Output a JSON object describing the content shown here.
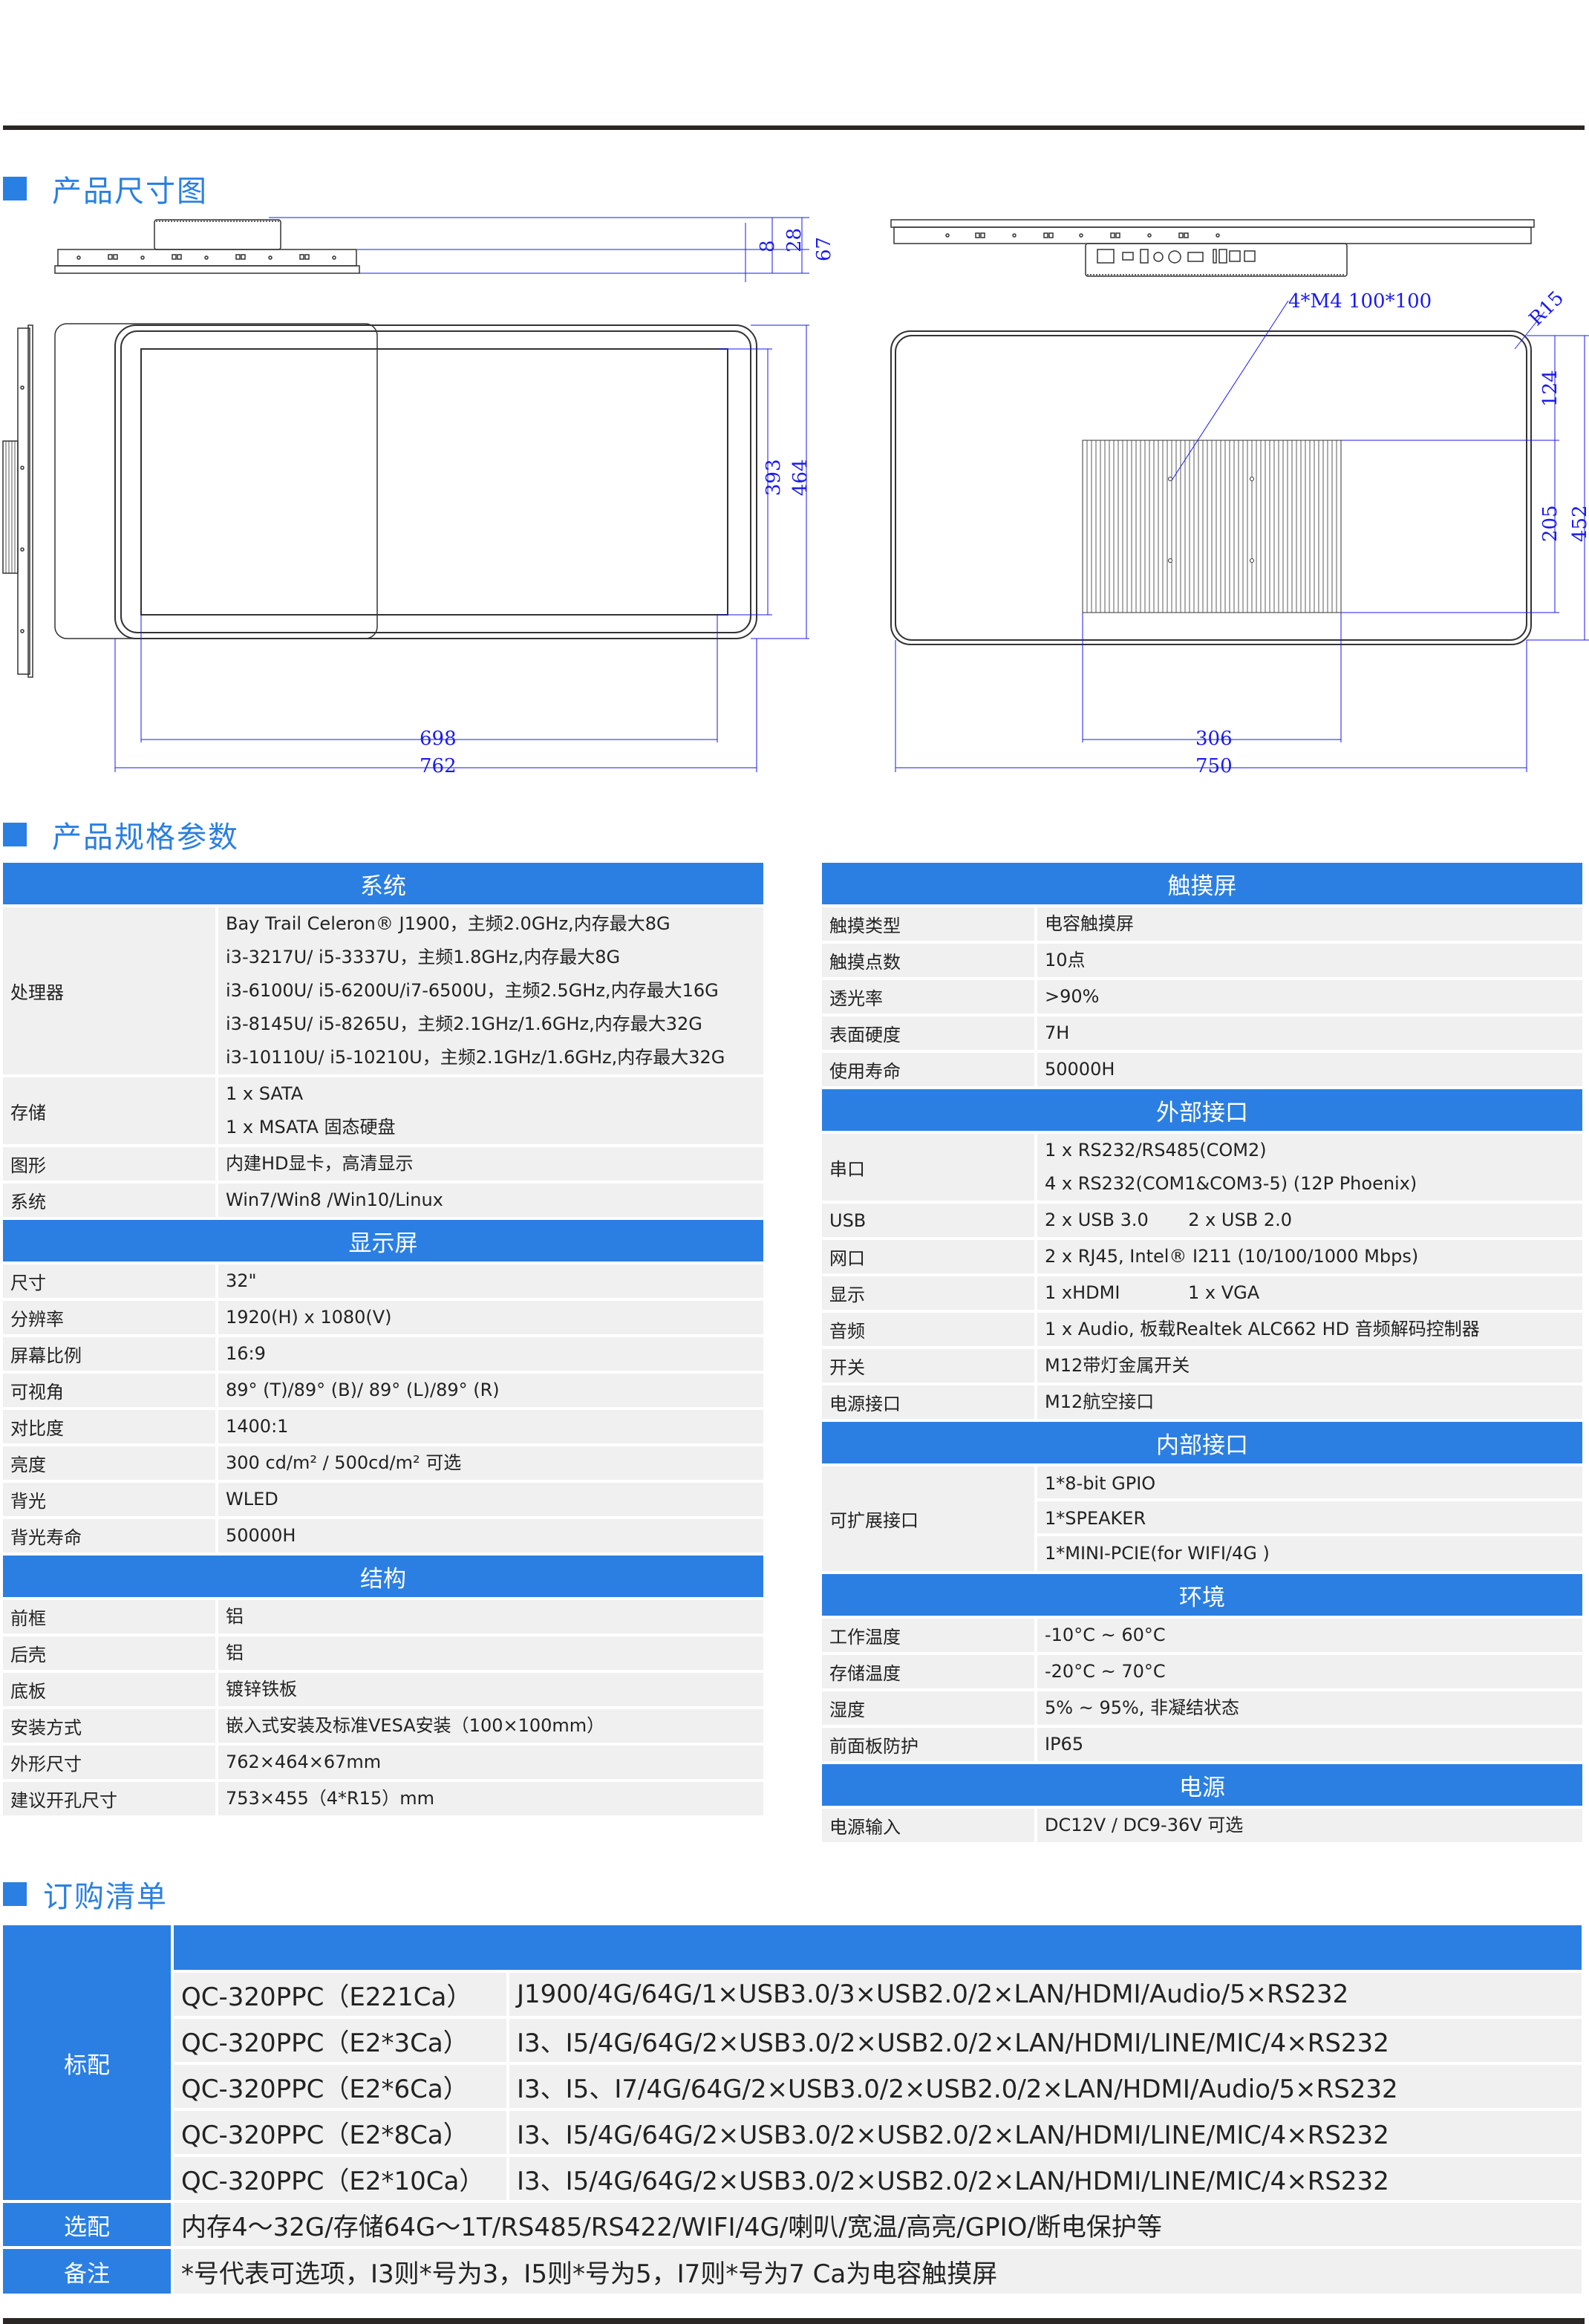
{
  "sections": {
    "dimensions_title": "产品尺寸图",
    "specs_title": "产品规格参数",
    "order_title": "订购清单"
  },
  "drawing": {
    "side_top_dims": [
      "8",
      "28",
      "67"
    ],
    "front_dims": {
      "inner_width": "698",
      "outer_width": "762",
      "inner_height": "393",
      "outer_height": "464"
    },
    "back_dims": {
      "box_width": "306",
      "outer_width": "750",
      "top_offset": "124",
      "box_height": "205",
      "outer_height": "452"
    },
    "vesa_note": "4*M4  100*100",
    "radius_note": "R15"
  },
  "spec_left": {
    "system": {
      "header": "系统",
      "rows": [
        {
          "label": "处理器",
          "values": [
            "Bay Trail Celeron® J1900，主频2.0GHz,内存最大8G",
            "i3-3217U/ i5-3337U，主频1.8GHz,内存最大8G",
            "i3-6100U/ i5-6200U/i7-6500U，主频2.5GHz,内存最大16G",
            "i3-8145U/ i5-8265U，主频2.1GHz/1.6GHz,内存最大32G",
            "i3-10110U/ i5-10210U，主频2.1GHz/1.6GHz,内存最大32G"
          ]
        },
        {
          "label": "存储",
          "values": [
            "1 x SATA",
            "1 x  MSATA 固态硬盘"
          ]
        },
        {
          "label": "图形",
          "values": [
            "内建HD显卡，高清显示"
          ]
        },
        {
          "label": "系统",
          "values": [
            "Win7/Win8 /Win10/Linux"
          ]
        }
      ]
    },
    "display": {
      "header": "显示屏",
      "rows": [
        {
          "label": "尺寸",
          "value": "32\""
        },
        {
          "label": "分辨率",
          "value": "1920(H) x 1080(V)"
        },
        {
          "label": "屏幕比例",
          "value": "16:9"
        },
        {
          "label": "可视角",
          "value": "89° (T)/89° (B)/ 89° (L)/89° (R)"
        },
        {
          "label": "对比度",
          "value": "1400:1"
        },
        {
          "label": "亮度",
          "value": "300 cd/m²   /   500cd/m² 可选"
        },
        {
          "label": "背光",
          "value": "WLED"
        },
        {
          "label": "背光寿命",
          "value": "50000H"
        }
      ]
    },
    "structure": {
      "header": "结构",
      "rows": [
        {
          "label": "前框",
          "value": "铝"
        },
        {
          "label": "后壳",
          "value": "铝"
        },
        {
          "label": "底板",
          "value": "镀锌铁板"
        },
        {
          "label": "安装方式",
          "value": "嵌入式安装及标准VESA安装（100×100mm）"
        },
        {
          "label": "外形尺寸",
          "value": "762×464×67mm"
        },
        {
          "label": "建议开孔尺寸",
          "value": "753×455（4*R15）mm"
        }
      ]
    }
  },
  "spec_right": {
    "touch": {
      "header": "触摸屏",
      "rows": [
        {
          "label": "触摸类型",
          "value": "电容触摸屏"
        },
        {
          "label": "触摸点数",
          "value": "10点"
        },
        {
          "label": "透光率",
          "value": ">90%"
        },
        {
          "label": "表面硬度",
          "value": "7H"
        },
        {
          "label": "使用寿命",
          "value": "50000H"
        }
      ]
    },
    "external": {
      "header": "外部接口",
      "rows": [
        {
          "label": "串口",
          "values": [
            "1 x RS232/RS485(COM2)",
            "4 x RS232(COM1&COM3-5) (12P Phoenix)"
          ]
        },
        {
          "label": "USB",
          "values": [
            "2 x USB 3.0       2 x USB 2.0"
          ]
        },
        {
          "label": "网口",
          "values": [
            "2 x RJ45, Intel® I211 (10/100/1000 Mbps)"
          ]
        },
        {
          "label": "显示",
          "values": [
            "1 xHDMI            1 x VGA"
          ]
        },
        {
          "label": "音频",
          "values": [
            "1 x Audio, 板载Realtek ALC662 HD 音频解码控制器"
          ]
        },
        {
          "label": "开关",
          "values": [
            "M12带灯金属开关"
          ]
        },
        {
          "label": "电源接口",
          "values": [
            "M12航空接口"
          ]
        }
      ]
    },
    "internal": {
      "header": "内部接口",
      "rows": [
        {
          "label": "可扩展接口",
          "values": [
            "1*8-bit GPIO",
            "1*SPEAKER",
            "1*MINI-PCIE(for WIFI/4G )"
          ]
        }
      ]
    },
    "environment": {
      "header": "环境",
      "rows": [
        {
          "label": "工作温度",
          "value": "-10°C ~ 60°C"
        },
        {
          "label": "存储温度",
          "value": "-20°C ~ 70°C"
        },
        {
          "label": "湿度",
          "value": "5% ~ 95%, 非凝结状态"
        },
        {
          "label": "前面板防护",
          "value": "IP65"
        }
      ]
    },
    "power": {
      "header": "电源",
      "rows": [
        {
          "label": "电源输入",
          "value": "DC12V / DC9-36V 可选"
        }
      ]
    }
  },
  "order": {
    "standard_label": "标配",
    "optional_label": "选配",
    "note_label": "备注",
    "models": [
      {
        "model": "QC-320PPC（E221Ca）",
        "desc": "J1900/4G/64G/1×USB3.0/3×USB2.0/2×LAN/HDMI/Audio/5×RS232"
      },
      {
        "model": "QC-320PPC（E2*3Ca）",
        "desc": "I3、I5/4G/64G/2×USB3.0/2×USB2.0/2×LAN/HDMI/LINE/MIC/4×RS232"
      },
      {
        "model": "QC-320PPC（E2*6Ca）",
        "desc": "I3、I5、I7/4G/64G/2×USB3.0/2×USB2.0/2×LAN/HDMI/Audio/5×RS232"
      },
      {
        "model": "QC-320PPC（E2*8Ca）",
        "desc": "I3、I5/4G/64G/2×USB3.0/2×USB2.0/2×LAN/HDMI/LINE/MIC/4×RS232"
      },
      {
        "model": "QC-320PPC（E2*10Ca）",
        "desc": "I3、I5/4G/64G/2×USB3.0/2×USB2.0/2×LAN/HDMI/LINE/MIC/4×RS232"
      }
    ],
    "optional_text": "内存4～32G/存储64G～1T/RS485/RS422/WIFI/4G/喇叭/宽温/高亮/GPIO/断电保护等",
    "note_text": "*号代表可选项，I3则*号为3，I5则*号为5，I7则*号为7   Ca为电容触摸屏"
  },
  "colors": {
    "accent": "#2b7fe2",
    "row_bg": "#f0f0f0",
    "dimension": "#1a1aee",
    "rule": "#2b2726"
  }
}
